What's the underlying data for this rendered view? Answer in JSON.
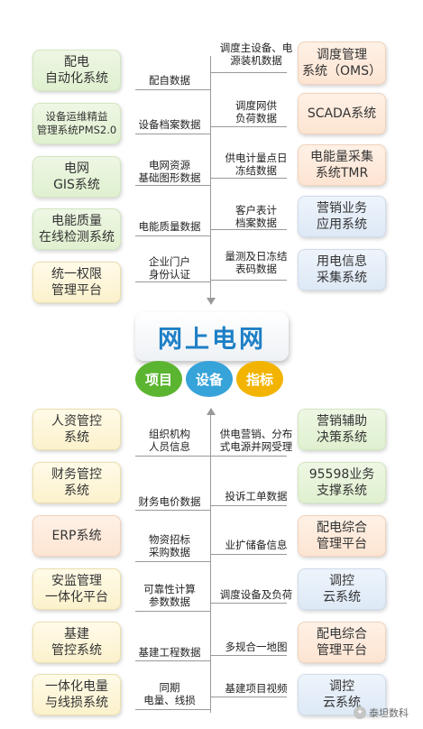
{
  "hub": {
    "title": "网上电网",
    "bubbles": [
      {
        "label": "项目",
        "color": "#5cb531"
      },
      {
        "label": "设备",
        "color": "#36a3d9"
      },
      {
        "label": "指标",
        "color": "#f2b400"
      }
    ]
  },
  "top_left_systems": [
    "配电\n自动化系统",
    "设备运维精益\n管理系统PMS2.0",
    "电网\nGIS系统",
    "电能质量\n在线检测系统",
    "统一权限\n管理平台"
  ],
  "top_left_labels": [
    "配自数据",
    "设备档案数据",
    "电网资源\n基础图形数据",
    "电能质量数据",
    "企业门户\n身份认证"
  ],
  "top_right_labels": [
    "调度主设备、电\n源装机数据",
    "调度网供\n负荷数据",
    "供电计量点日\n冻结数据",
    "客户表计\n档案数据",
    "量测及日冻结\n表码数据"
  ],
  "top_right_systems": [
    "调度管理\n系统（OMS）",
    "SCADA系统",
    "电能量采集\n系统TMR",
    "营销业务\n应用系统",
    "用电信息\n采集系统"
  ],
  "bottom_left_systems": [
    "人资管控\n系统",
    "财务管控\n系统",
    "ERP系统",
    "安监管理\n一体化平台",
    "基建\n管控系统",
    "一体化电量\n与线损系统"
  ],
  "bottom_left_labels": [
    "组织机构\n人员信息",
    "财务电价数据",
    "物资招标\n采购数据",
    "可靠性计算\n参数数据",
    "基建工程数据",
    "同期\n电量、线损"
  ],
  "bottom_right_labels": [
    "供电营销、分布\n式电源并网受理",
    "投诉工单数据",
    "业扩储备信息",
    "调度设备及负荷",
    "多规合一地图",
    "基建项目视频"
  ],
  "bottom_right_systems": [
    "营销辅助\n决策系统",
    "95598业务\n支撑系统",
    "配电综合\n管理平台",
    "调控\n云系统",
    "配电综合\n管理平台",
    "调控\n云系统"
  ],
  "watermark": "泰坦数科"
}
